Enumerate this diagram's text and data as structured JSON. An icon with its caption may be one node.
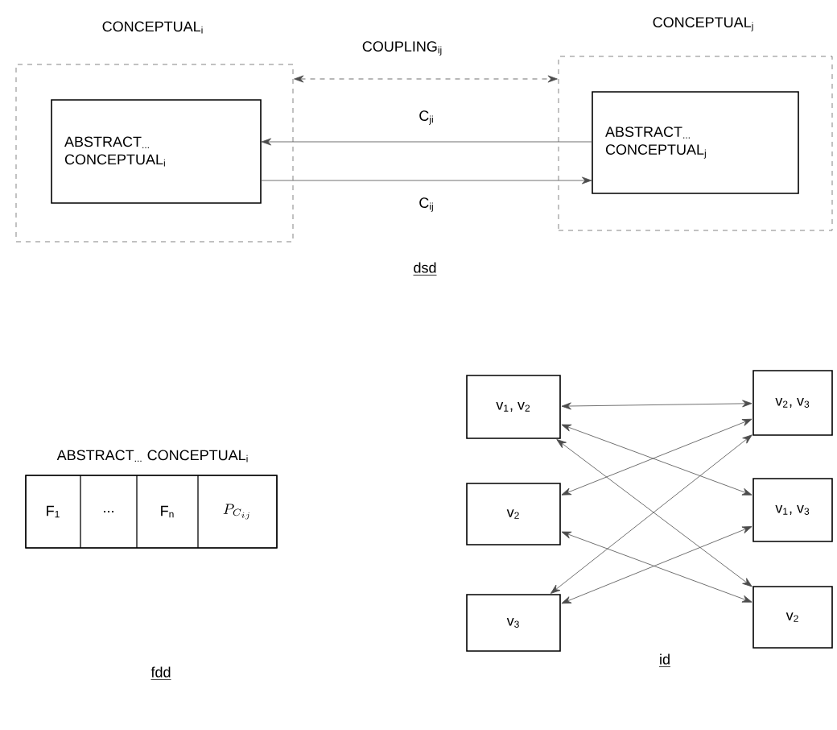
{
  "diagram": {
    "nodes": [
      {
        "text": [
          "CONCEPTUAL$_{i}$"
        ]
      },
      {
        "text": [
          "ABSTRACT$_{...}$ CONCEPTUAL$_{i}$"
        ],
        "in": 0
      },
      {
        "text": [
          "CONCEPTUAL$_{j}$"
        ]
      },
      {
        "text": [
          "ABSTRACT$_{...}$ CONCEPTUAL$_{j}$"
        ],
        "in": 2
      },
      {
        "text": [
          "ABSTRACT$_{...}$ CONCEPTUAL$_{i}$"
        ]
      },
      {
        "text": [
          "F$_{1}$"
        ],
        "in": 4
      },
      {
        "text": [
          "..."
        ],
        "in": 4
      },
      {
        "text": [
          "F$_{n}$"
        ],
        "in": 4
      },
      {
        "text": [
          "P_{C_{ij}}"
        ],
        "in": 4
      },
      {
        "text": [
          "v$_{1}$, v$_{2}$"
        ]
      },
      {
        "text": [
          "v$_{2}$"
        ]
      },
      {
        "text": [
          "v$_{3}$"
        ]
      },
      {
        "text": [
          "v$_{2}$, v$_{3}$"
        ]
      },
      {
        "text": [
          "v$_{1}$, v$_{3}$"
        ]
      },
      {
        "text": [
          "v$_{2}$"
        ]
      }
    ],
    "edges": [
      {
        "from": 0,
        "to": 2,
        "arrow": "both",
        "style": "dashed",
        "label": "COUPLING$_{ij}$"
      },
      {
        "from": 3,
        "to": 1,
        "arrow": "to",
        "label": "C$_{ji}$"
      },
      {
        "from": 1,
        "to": 3,
        "arrow": "to",
        "label": "C$_{ij}$"
      },
      {
        "from": 9,
        "to": 12,
        "arrow": "both"
      },
      {
        "from": 9,
        "to": 13,
        "arrow": "both"
      },
      {
        "from": 9,
        "to": 14,
        "arrow": "both"
      },
      {
        "from": 10,
        "to": 12,
        "arrow": "both"
      },
      {
        "from": 10,
        "to": 14,
        "arrow": "both"
      },
      {
        "from": 11,
        "to": 12,
        "arrow": "both"
      },
      {
        "from": 11,
        "to": 13,
        "arrow": "both"
      }
    ],
    "labels": [
      "dsd",
      "fdd",
      "id"
    ]
  }
}
